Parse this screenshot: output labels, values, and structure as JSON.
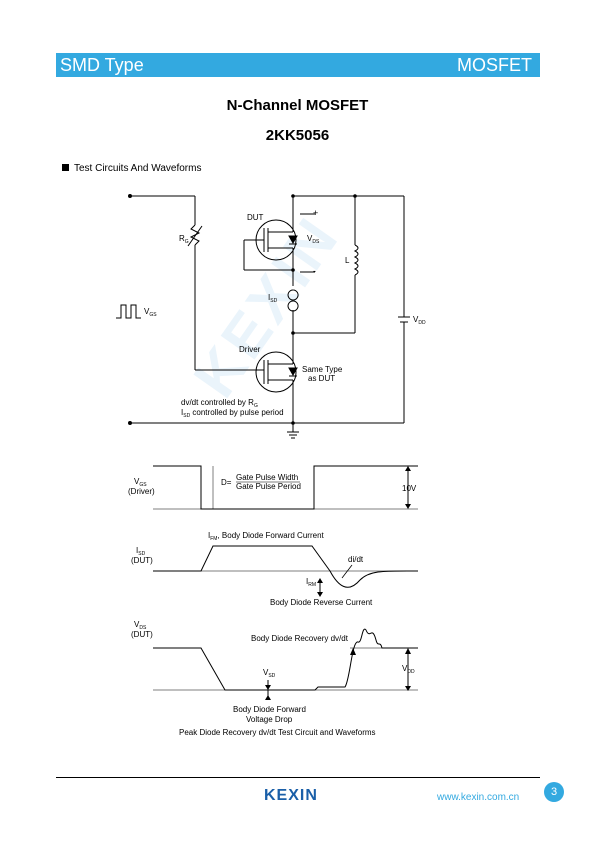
{
  "header": {
    "left": "SMD Type",
    "right": "MOSFET"
  },
  "title": "N-Channel MOSFET",
  "part_number": "2KK5056",
  "section_title": "Test Circuits And Waveforms",
  "watermark": "KEXIN",
  "circuit": {
    "dut": "DUT",
    "rg": "R",
    "rg_sub": "G",
    "vds": "V",
    "vds_sub": "DS",
    "l": "L",
    "isd": "I",
    "isd_sub": "SD",
    "vgs": "V",
    "vgs_sub": "GS",
    "vdd": "V",
    "vdd_sub": "DD",
    "driver": "Driver",
    "same_type_1": "Same Type",
    "same_type_2": "as DUT",
    "note1": "dv/dt controlled by R",
    "note1_sub": "G",
    "note2_pre": "I",
    "note2_sub": "SD",
    "note2": " controlled by pulse period",
    "plus": "+"
  },
  "waveforms": {
    "vgs_label": "V",
    "vgs_sub": "GS",
    "driver": "(Driver)",
    "duty_d": "D=",
    "duty_num": "Gate Pulse Width",
    "duty_den": "Gate Pulse Period",
    "volt_10": "10V",
    "isd_label": "I",
    "isd_sub": "SD",
    "dut": "(DUT)",
    "ifm_pre": "I",
    "ifm_sub": "FM",
    "ifm_text": ", Body Diode Forward Current",
    "didt": "di/dt",
    "irm": "I",
    "irm_sub": "RM",
    "reverse": "Body Diode Reverse Current",
    "vds_label": "V",
    "vds_sub": "DS",
    "dut2": "(DUT)",
    "recovery": "Body Diode Recovery dv/dt",
    "vsd": "V",
    "vsd_sub": "SD",
    "vdd": "V",
    "vdd_sub": "DD",
    "forward_1": "Body Diode Forward",
    "forward_2": "Voltage Drop",
    "caption": "Peak Diode Recovery dv/dt Test Circuit and Waveforms"
  },
  "footer": {
    "logo": "KEXIN",
    "url": "www.kexin.com.cn",
    "page": "3"
  }
}
